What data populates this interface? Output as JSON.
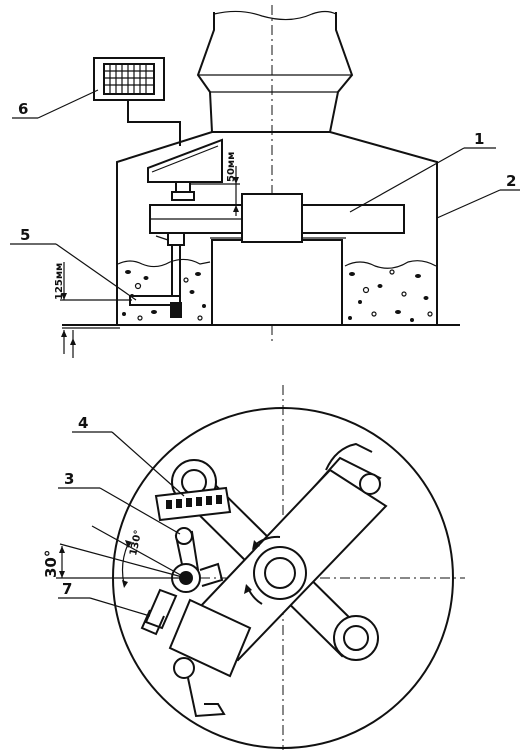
{
  "labels": {
    "l1": "1",
    "l2": "2",
    "l3": "3",
    "l4": "4",
    "l5": "5",
    "l6": "6",
    "l7": "7"
  },
  "dimensions": {
    "d50": "50мм",
    "d125": "125мм",
    "d130": "130°",
    "d30": "30°"
  },
  "colors": {
    "line": "#111111",
    "background": "#ffffff"
  }
}
